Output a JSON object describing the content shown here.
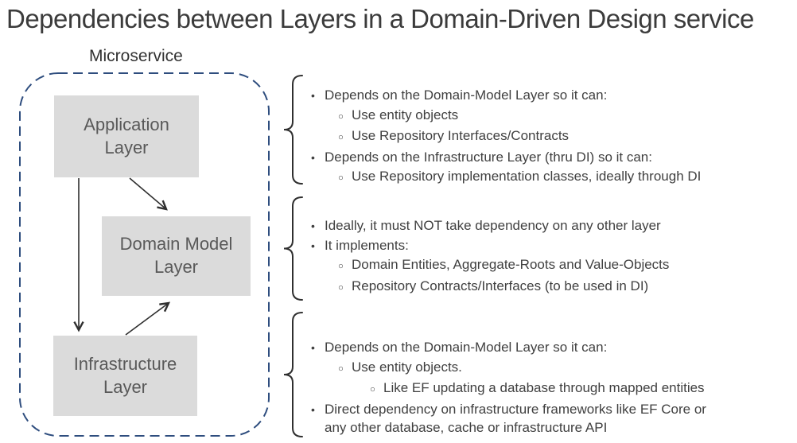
{
  "title": "Dependencies between Layers in a Domain-Driven Design service",
  "glyphs": {
    "bullet": "•",
    "circle": "○"
  },
  "diagram": {
    "container_label": "Microservice",
    "colors": {
      "box_fill": "#dbdbdb",
      "box_text": "#595959",
      "dashed_border": "#2e4d7e",
      "arrow": "#2f2f2f",
      "note_text": "#404040"
    },
    "boxes": [
      {
        "id": "application",
        "label": "Application\nLayer"
      },
      {
        "id": "domain",
        "label": "Domain Model\nLayer"
      },
      {
        "id": "infrastructure",
        "label": "Infrastructure\nLayer"
      }
    ],
    "arrows": [
      {
        "from": "application",
        "to": "infrastructure"
      },
      {
        "from": "application",
        "to": "domain"
      },
      {
        "from": "infrastructure",
        "to": "domain"
      }
    ]
  },
  "notes": [
    {
      "items": [
        {
          "level": 0,
          "text": "Depends on the Domain-Model Layer so it can:"
        },
        {
          "level": 1,
          "text": "Use entity objects"
        },
        {
          "level": 1,
          "text": "Use Repository Interfaces/Contracts"
        },
        {
          "level": 0,
          "text": "Depends on the Infrastructure Layer (thru DI) so it can:"
        },
        {
          "level": 1,
          "text": "Use Repository implementation classes, ideally through DI"
        }
      ]
    },
    {
      "items": [
        {
          "level": 0,
          "text": "Ideally, it must NOT take dependency on any other layer"
        },
        {
          "level": 0,
          "text": "It implements:"
        },
        {
          "level": 1,
          "text": "Domain Entities, Aggregate-Roots and Value-Objects"
        },
        {
          "level": 1,
          "text": "Repository Contracts/Interfaces (to be used in DI)"
        }
      ]
    },
    {
      "items": [
        {
          "level": 0,
          "text": "Depends on the Domain-Model Layer so it can:"
        },
        {
          "level": 1,
          "text": "Use entity objects."
        },
        {
          "level": 2,
          "text": "Like EF updating a database through mapped entities"
        },
        {
          "level": 0,
          "text": "Direct dependency on infrastructure frameworks like EF Core or\nany other database, cache or infrastructure API"
        }
      ]
    }
  ]
}
